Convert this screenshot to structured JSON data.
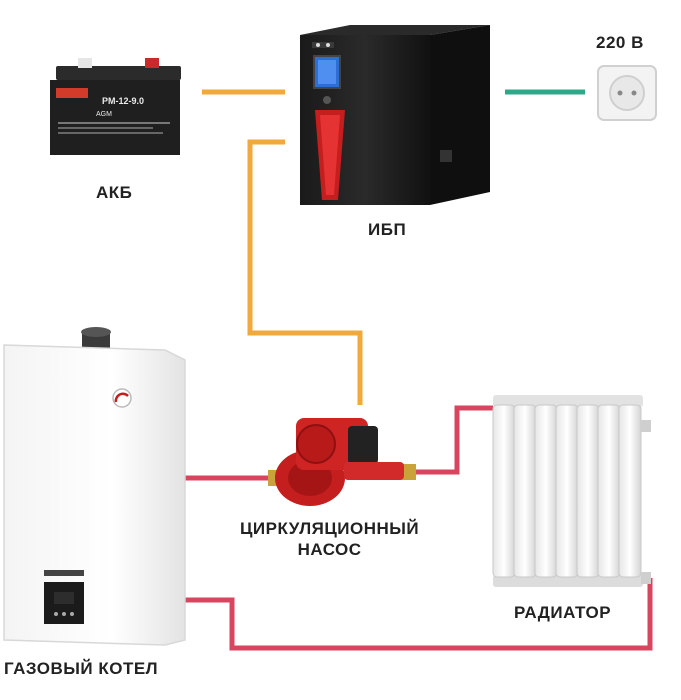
{
  "labels": {
    "battery": "АКБ",
    "ups": "ИБП",
    "mains": "220 В",
    "pump_line1": "ЦИРКУЛЯЦИОННЫЙ",
    "pump_line2": "НАСОС",
    "radiator": "РАДИАТОР",
    "boiler": "ГАЗОВЫЙ КОТЕЛ"
  },
  "device_text": {
    "battery_model": "PM-12-9.0",
    "battery_type": "AGM"
  },
  "colors": {
    "power_line": "#f2a93b",
    "mains_line": "#2fa88a",
    "heating_line": "#d9455f"
  }
}
